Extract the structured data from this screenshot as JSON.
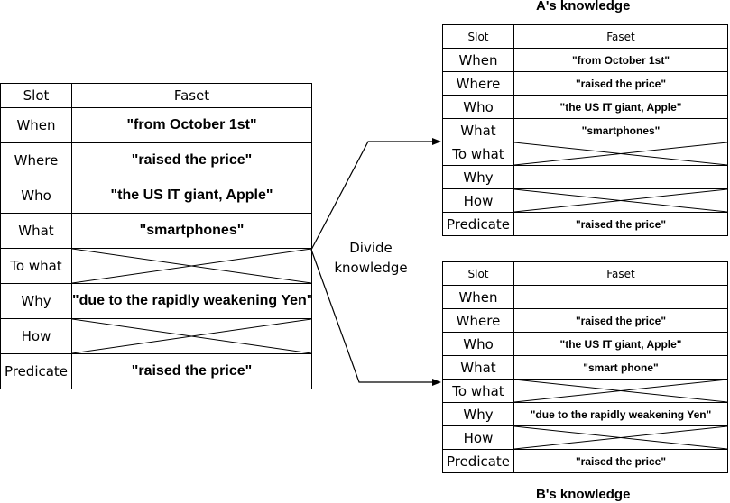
{
  "main_table": {
    "header": {
      "slot": "Slot",
      "faset": "Faset"
    },
    "rows": [
      {
        "slot": "When",
        "faset": "\"from October 1st\""
      },
      {
        "slot": "Where",
        "faset": "\"raised the price\""
      },
      {
        "slot": "Who",
        "faset": "\"the US IT giant, Apple\""
      },
      {
        "slot": "What",
        "faset": "\"smartphones\""
      },
      {
        "slot": "To what",
        "faset": ""
      },
      {
        "slot": "Why",
        "faset": "\"due to the rapidly weakening Yen\""
      },
      {
        "slot": "How",
        "faset": ""
      },
      {
        "slot": "Predicate",
        "faset": "\"raised the price\""
      }
    ]
  },
  "divide_label": {
    "line1": "Divide",
    "line2": "knowledge"
  },
  "a_knowledge": {
    "title": "A's knowledge",
    "header": {
      "slot": "Slot",
      "faset": "Faset"
    },
    "rows": [
      {
        "slot": "When",
        "faset": "\"from October 1st\""
      },
      {
        "slot": "Where",
        "faset": "\"raised the price\""
      },
      {
        "slot": "Who",
        "faset": "\"the US IT giant, Apple\""
      },
      {
        "slot": "What",
        "faset": "\"smartphones\""
      },
      {
        "slot": "To what",
        "faset": ""
      },
      {
        "slot": "Why",
        "faset": ""
      },
      {
        "slot": "How",
        "faset": ""
      },
      {
        "slot": "Predicate",
        "faset": "\"raised the price\""
      }
    ]
  },
  "b_knowledge": {
    "title": "B's knowledge",
    "header": {
      "slot": "Slot",
      "faset": "Faset"
    },
    "rows": [
      {
        "slot": "When",
        "faset": ""
      },
      {
        "slot": "Where",
        "faset": "\"raised the price\""
      },
      {
        "slot": "Who",
        "faset": "\"the US IT giant, Apple\""
      },
      {
        "slot": "What",
        "faset": "\"smart phone\""
      },
      {
        "slot": "To what",
        "faset": ""
      },
      {
        "slot": "Why",
        "faset": "\"due to the rapidly weakening Yen\""
      },
      {
        "slot": "How",
        "faset": ""
      },
      {
        "slot": "Predicate",
        "faset": "\"raised the price\""
      }
    ]
  }
}
